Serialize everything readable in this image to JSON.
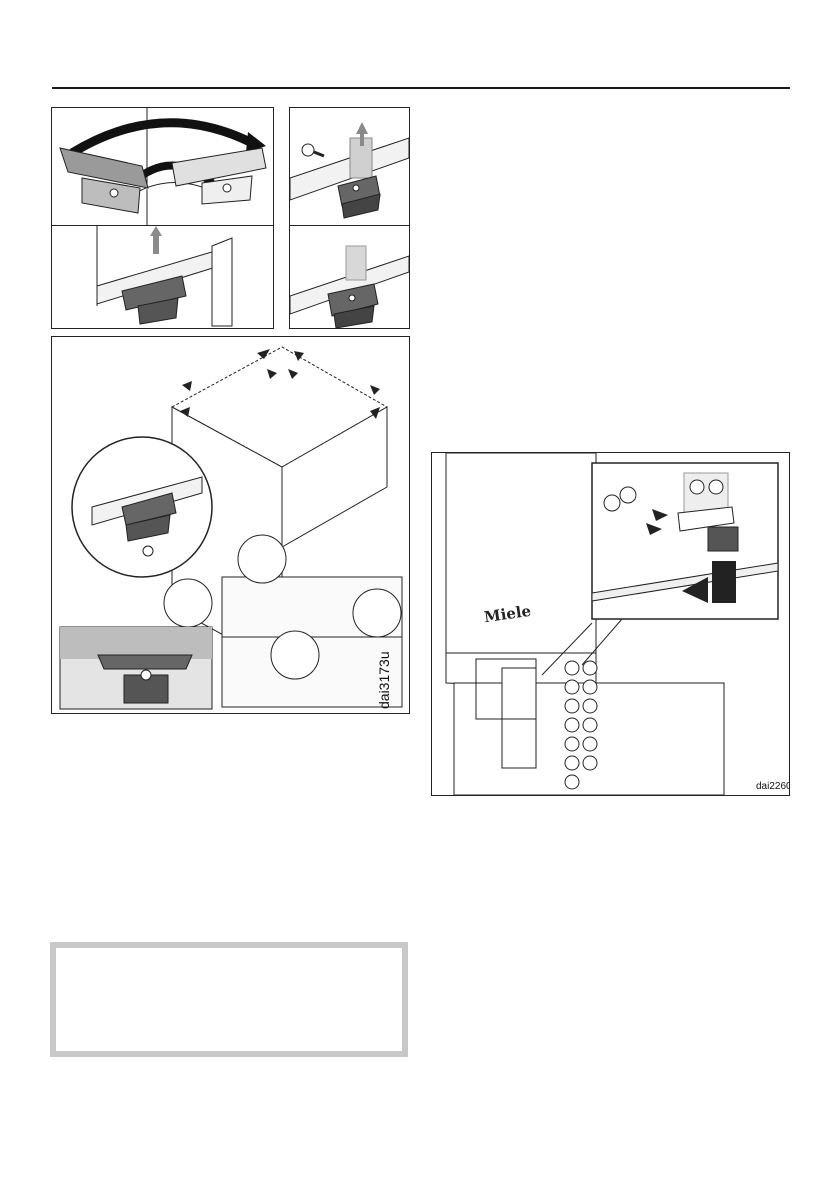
{
  "figure_left": {
    "code": "dai3173u"
  },
  "figure_right": {
    "code": "dai2260",
    "brand_mark": "Miele"
  },
  "note_box": {
    "text": ""
  },
  "colors": {
    "line": "#222222",
    "grey_metal": "#9a9a9a",
    "dark_grey": "#555555",
    "highlight_arrow": "#8a8a8a",
    "note_border": "#c8c8c8"
  }
}
